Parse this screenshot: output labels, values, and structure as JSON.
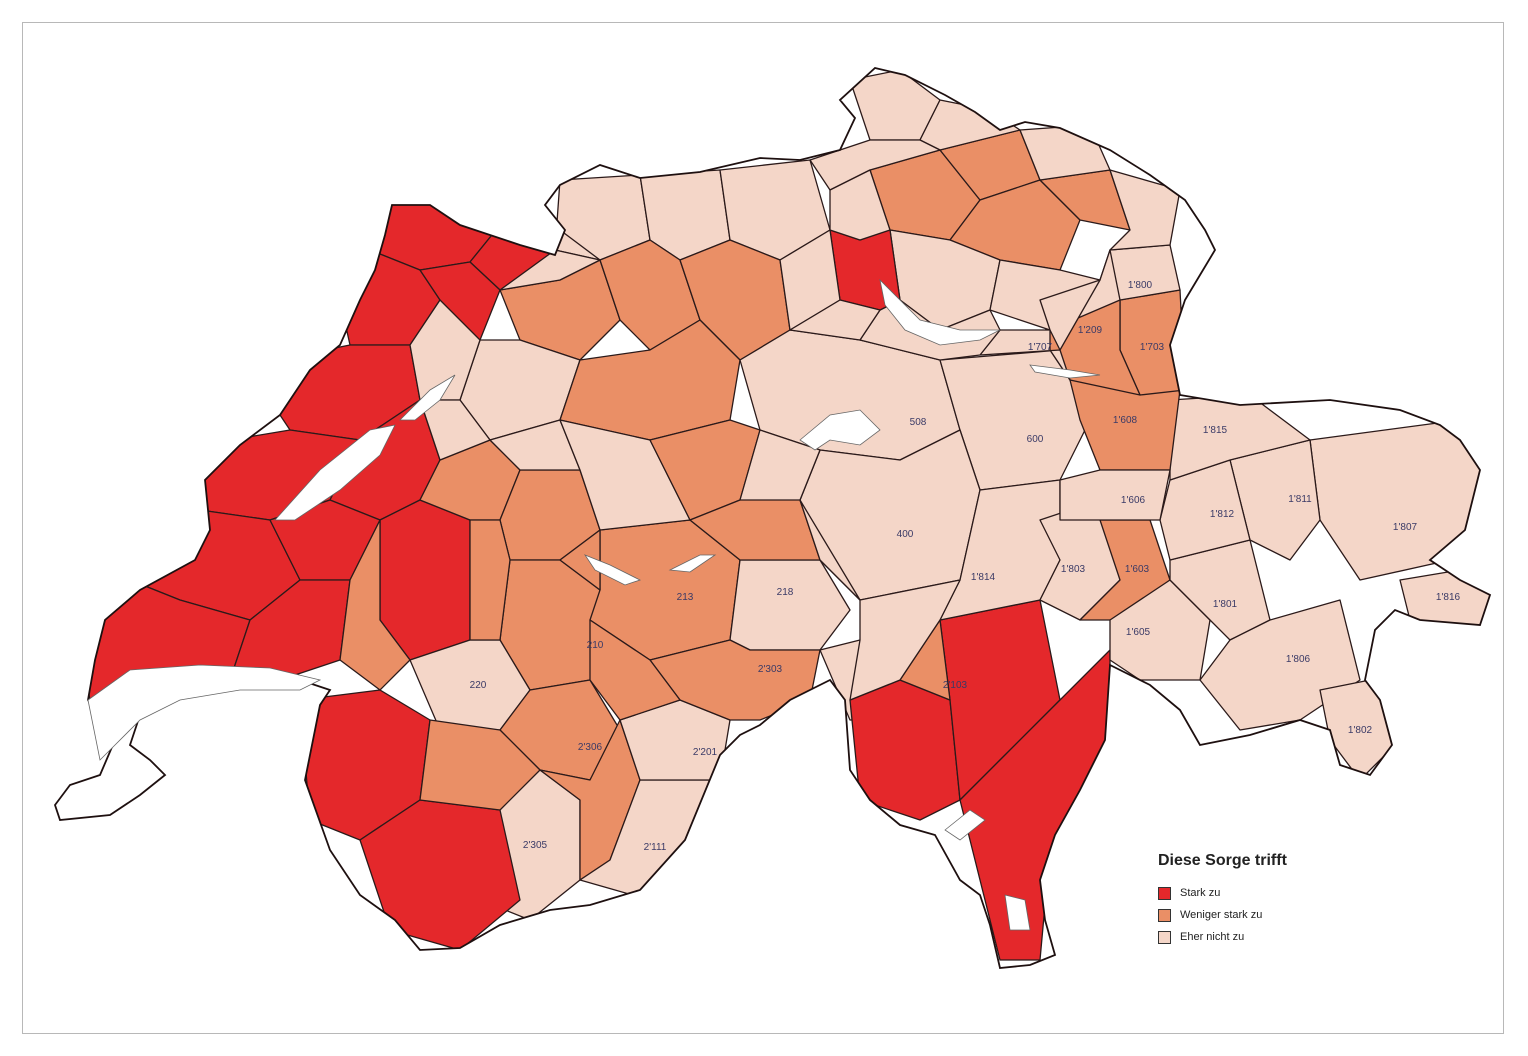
{
  "legend": {
    "title": "Diese Sorge trifft",
    "items": [
      {
        "label": "Stark zu",
        "color": "#e4282b"
      },
      {
        "label": "Weniger stark zu",
        "color": "#ea8f66"
      },
      {
        "label": "Eher nicht zu",
        "color": "#f4d6c8"
      }
    ]
  },
  "regions": [
    {
      "cls": 0,
      "label": ""
    },
    {
      "cls": 0,
      "label": ""
    },
    {
      "cls": 0,
      "label": ""
    },
    {
      "cls": 0,
      "label": ""
    },
    {
      "cls": 0,
      "label": ""
    },
    {
      "cls": 0,
      "label": ""
    },
    {
      "cls": 0,
      "label": ""
    },
    {
      "cls": 0,
      "label": ""
    },
    {
      "cls": 0,
      "label": ""
    },
    {
      "cls": 0,
      "label": ""
    },
    {
      "cls": 0,
      "label": ""
    },
    {
      "cls": 0,
      "label": ""
    },
    {
      "cls": 1,
      "label": ""
    },
    {
      "cls": 1,
      "label": ""
    },
    {
      "cls": 1,
      "label": "210"
    },
    {
      "cls": 1,
      "label": "213"
    },
    {
      "cls": 2,
      "label": "220"
    },
    {
      "cls": 1,
      "label": ""
    },
    {
      "cls": 2,
      "label": "218"
    },
    {
      "cls": 0,
      "label": ""
    },
    {
      "cls": 2,
      "label": "2'305"
    },
    {
      "cls": 1,
      "label": "2'306"
    },
    {
      "cls": 2,
      "label": "2'111"
    },
    {
      "cls": 0,
      "label": ""
    },
    {
      "cls": 2,
      "label": "2'201"
    },
    {
      "cls": 1,
      "label": "2'303"
    },
    {
      "cls": 2,
      "label": "2'103"
    },
    {
      "cls": 0,
      "label": ""
    },
    {
      "cls": 0,
      "label": ""
    },
    {
      "cls": 0,
      "label": ""
    },
    {
      "cls": 2,
      "label": ""
    },
    {
      "cls": 1,
      "label": ""
    },
    {
      "cls": 2,
      "label": ""
    },
    {
      "cls": 1,
      "label": ""
    },
    {
      "cls": 2,
      "label": ""
    },
    {
      "cls": 1,
      "label": ""
    },
    {
      "cls": 2,
      "label": ""
    },
    {
      "cls": 1,
      "label": ""
    },
    {
      "cls": 2,
      "label": "508"
    },
    {
      "cls": 2,
      "label": "600"
    },
    {
      "cls": 2,
      "label": "400"
    },
    {
      "cls": 2,
      "label": "1'814"
    },
    {
      "cls": 2,
      "label": "1'803"
    },
    {
      "cls": 1,
      "label": "1'603"
    },
    {
      "cls": 2,
      "label": "1'605"
    },
    {
      "cls": 2,
      "label": "1'801"
    },
    {
      "cls": 2,
      "label": "1'806"
    },
    {
      "cls": 2,
      "label": "1'802"
    },
    {
      "cls": 2,
      "label": "1'807"
    },
    {
      "cls": 2,
      "label": "1'816"
    },
    {
      "cls": 2,
      "label": "1'811"
    },
    {
      "cls": 2,
      "label": "1'812"
    },
    {
      "cls": 2,
      "label": "1'815"
    },
    {
      "cls": 1,
      "label": "1'608"
    },
    {
      "cls": 2,
      "label": "1'606"
    },
    {
      "cls": 1,
      "label": "1'703"
    },
    {
      "cls": 1,
      "label": "1'209"
    },
    {
      "cls": 2,
      "label": "1'800"
    },
    {
      "cls": 2,
      "label": "1'707"
    },
    {
      "cls": 1,
      "label": ""
    },
    {
      "cls": 1,
      "label": ""
    },
    {
      "cls": 1,
      "label": ""
    },
    {
      "cls": 1,
      "label": ""
    },
    {
      "cls": 2,
      "label": ""
    },
    {
      "cls": 2,
      "label": ""
    },
    {
      "cls": 2,
      "label": ""
    },
    {
      "cls": 2,
      "label": ""
    },
    {
      "cls": 2,
      "label": ""
    },
    {
      "cls": 2,
      "label": ""
    },
    {
      "cls": 2,
      "label": ""
    },
    {
      "cls": 2,
      "label": ""
    },
    {
      "cls": 0,
      "label": ""
    },
    {
      "cls": 2,
      "label": ""
    },
    {
      "cls": 2,
      "label": ""
    },
    {
      "cls": 2,
      "label": ""
    },
    {
      "cls": 2,
      "label": ""
    },
    {
      "cls": 2,
      "label": ""
    },
    {
      "cls": 2,
      "label": ""
    },
    {
      "cls": 2,
      "label": ""
    },
    {
      "cls": 2,
      "label": ""
    },
    {
      "cls": 2,
      "label": ""
    },
    {
      "cls": 1,
      "label": ""
    },
    {
      "cls": 1,
      "label": ""
    },
    {
      "cls": 1,
      "label": ""
    },
    {
      "cls": 1,
      "label": ""
    },
    {
      "cls": 1,
      "label": ""
    },
    {
      "cls": 1,
      "label": ""
    },
    {
      "cls": 1,
      "label": ""
    },
    {
      "cls": 1,
      "label": ""
    },
    {
      "cls": 2,
      "label": ""
    },
    {
      "cls": 2,
      "label": ""
    },
    {
      "cls": 2,
      "label": ""
    },
    {
      "cls": 2,
      "label": ""
    }
  ]
}
